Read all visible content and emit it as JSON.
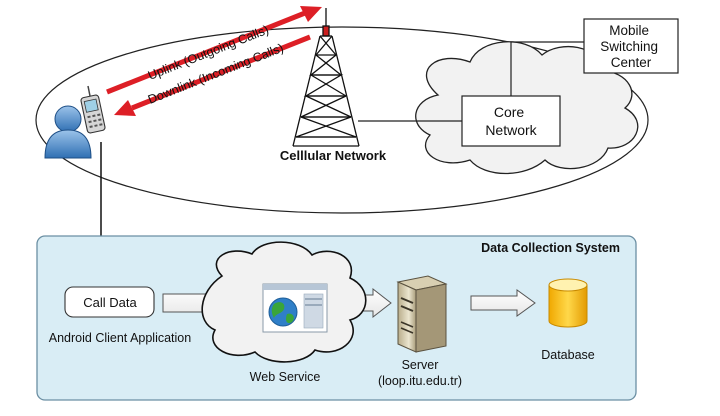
{
  "cellular": {
    "uplink_label": "Uplink (Outgoing Calls)",
    "downlink_label": "Downlink (Incoming Calls)",
    "network_label": "Celllular Network",
    "core_network": [
      "Core",
      "Network"
    ],
    "msc": [
      "Mobile",
      "Switching",
      "Center"
    ]
  },
  "dcs": {
    "title": "Data Collection System",
    "call_data": "Call Data",
    "android_app": "Android Client Application",
    "web_service": "Web Service",
    "server": "Server",
    "server_host": "(loop.itu.edu.tr)",
    "database": "Database"
  },
  "colors": {
    "arrow_red": "#dd1f26",
    "panel_fill": "#d9edf5",
    "panel_stroke": "#6b8fa3",
    "cloud_fill": "#f2f2f2",
    "db_yellow": "#f7c51e"
  },
  "icons": [
    "user-icon",
    "phone-icon",
    "tower-icon",
    "globe-icon",
    "server-icon",
    "database-icon"
  ]
}
